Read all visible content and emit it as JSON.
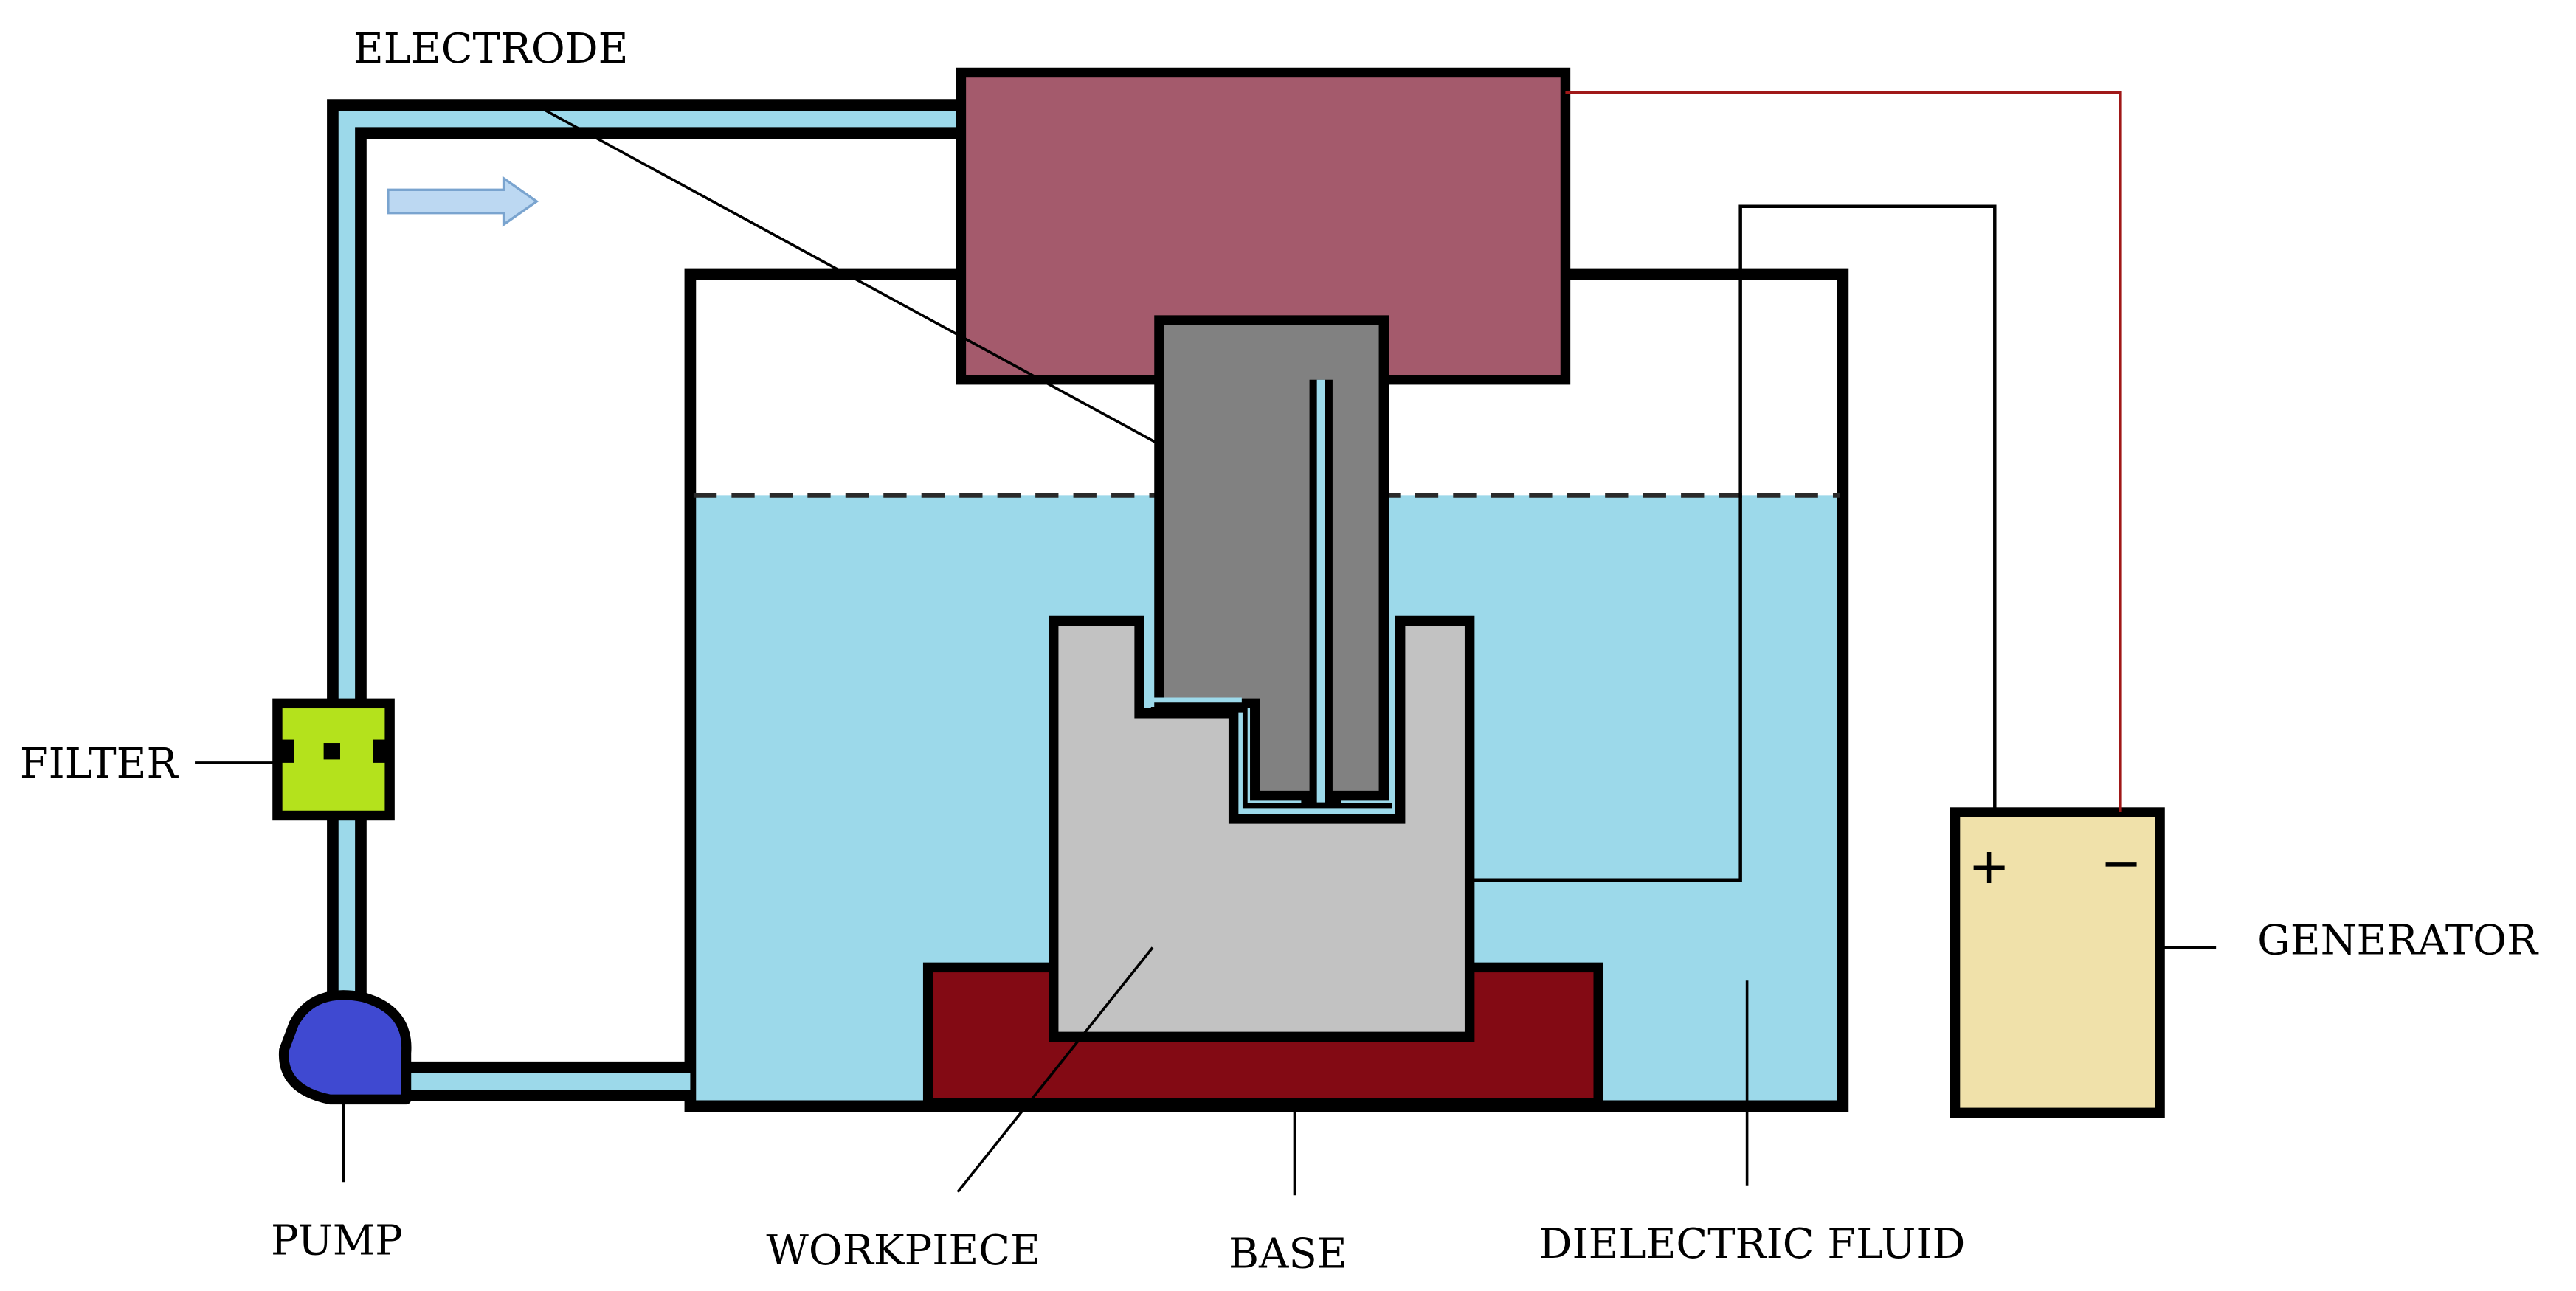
{
  "labels": {
    "electrode": "ELECTRODE",
    "filter": "FILTER",
    "pump": "PUMP",
    "workpiece": "WORKPIECE",
    "base": "BASE",
    "dielectric_fluid": "DIELECTRIC FLUID",
    "generator": "GENERATOR",
    "plus": "+",
    "minus": "−"
  },
  "colors": {
    "outline": "#000000",
    "dielectric_fluid": "#9cd9ea",
    "tube": "#9cd9ea",
    "flow_arrow": "#bcd8f2",
    "electrode_holder": "#a45a6c",
    "electrode": "#818181",
    "workpiece": "#c2c2c2",
    "base": "#830a14",
    "filter": "#b4e21c",
    "pump": "#3f49d1",
    "generator": "#f0e1aa",
    "generator_wire": "#a01818"
  }
}
